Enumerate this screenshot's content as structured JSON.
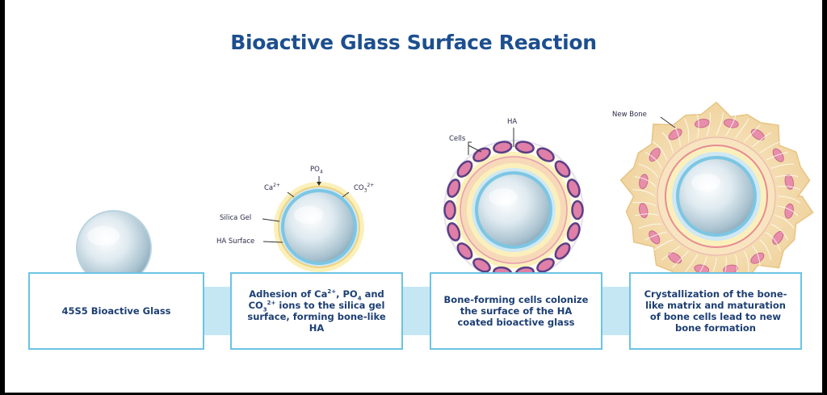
{
  "title": "Bioactive Glass Surface Reaction",
  "stages": [
    {
      "caption": "45S5 Bioactive Glass"
    },
    {
      "caption_parts": [
        "Adhesion of Ca",
        "2+",
        ", PO",
        "4",
        " and CO",
        "3",
        "2+",
        " ions to the silica gel surface, forming bone-like HA"
      ]
    },
    {
      "caption": "Bone-forming cells colonize the surface of the HA coated bioactive glass"
    },
    {
      "caption": "Crystallization of the bone-like matrix and maturation of bone cells lead to new bone formation"
    }
  ],
  "labels": {
    "ca": "Ca",
    "ca_sup": "2+",
    "po": "PO",
    "po_sub": "4",
    "co": "CO",
    "co_sub": "3",
    "co_sup": "2+",
    "silica_gel": "Silica Gel",
    "ha_surface": "HA Surface",
    "cells": "Cells",
    "ha": "HA",
    "new_bone": "New Bone"
  },
  "colors": {
    "title": "#1d4f8f",
    "box_border": "#6cc3e4",
    "connector": "#c5e7f4",
    "glass_rim": "#7cc6e3",
    "silica_gel": "#fbf0bb",
    "cell_fill": "#e07fa8",
    "cell_border": "#5a3f86",
    "bone": "#f3dcae"
  }
}
